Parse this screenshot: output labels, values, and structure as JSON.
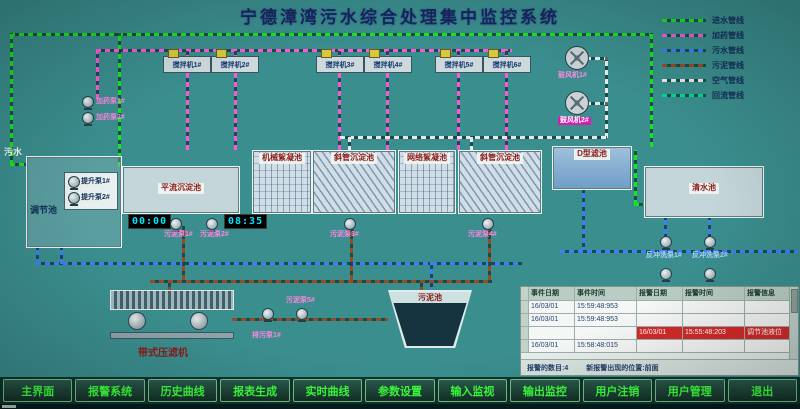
{
  "title": "宁德漳湾污水综合处理集中监控系统",
  "legend": {
    "items": [
      {
        "label": "进水管线",
        "color": "#1ae51a"
      },
      {
        "label": "加药管线",
        "color": "#ff57d8"
      },
      {
        "label": "污水管线",
        "color": "#3f7cff"
      },
      {
        "label": "污泥管线",
        "color": "#9a4a20"
      },
      {
        "label": "空气管线",
        "color": "#e8e8e8"
      },
      {
        "label": "回流管线",
        "color": "#00d890"
      }
    ]
  },
  "diagram": {
    "inflow_label": "污水",
    "mixers": [
      "搅拌机1#",
      "搅拌机2#",
      "搅拌机3#",
      "搅拌机4#",
      "搅拌机5#",
      "搅拌机6#"
    ],
    "blowers": [
      "鼓风机1#",
      "鼓风机2#"
    ],
    "dosing_pumps": [
      "加药泵1#",
      "加药泵2#"
    ],
    "lift_pumps": [
      "提升泵1#",
      "提升泵2#"
    ],
    "tanks": {
      "regulating": "调节池",
      "horizontal_sedimentation": "平流沉淀池",
      "mechanical_flocculation": "机械絮凝池",
      "inclined_tube_1": "斜管沉淀池",
      "grid_flocculation": "网络絮凝池",
      "inclined_tube_2": "斜管沉淀池",
      "d_filter": "D型滤池",
      "clear_water": "清水池",
      "sludge": "污泥池",
      "belt_press": "带式压滤机"
    },
    "sludge_pumps": [
      "污泥泵1#",
      "污泥泵2#",
      "污泥泵3#",
      "污泥泵4#",
      "污泥泵5#"
    ],
    "drain_pump": "排污泵1#",
    "backwash_pumps": [
      "反冲洗泵1#",
      "反冲洗泵2#"
    ],
    "timers": [
      "00:00",
      "08:35"
    ]
  },
  "alarm_table": {
    "headers": [
      "事件日期",
      "事件时间",
      "报警日期",
      "报警时间",
      "报警信息"
    ],
    "rows": [
      {
        "cells": [
          "16/03/01",
          "15:59:48:953",
          "",
          "",
          ""
        ],
        "alarm": false
      },
      {
        "cells": [
          "16/03/01",
          "15:59:48:953",
          "",
          "",
          ""
        ],
        "alarm": false
      },
      {
        "cells": [
          "",
          "",
          "16/03/01",
          "15:55:48:203",
          "调节池液位"
        ],
        "alarm": true
      },
      {
        "cells": [
          "16/03/01",
          "15:58:48:015",
          "",
          "",
          ""
        ],
        "alarm": false
      }
    ],
    "footer": {
      "count_text": "报警的数目:4",
      "position_text": "新报警出现的位置:前面"
    },
    "alarm_color": "#d42a2a"
  },
  "menu": {
    "buttons": [
      "主界面",
      "报警系统",
      "历史曲线",
      "报表生成",
      "实时曲线",
      "参数设置",
      "输入监视",
      "输出监控",
      "用户注销",
      "用户管理",
      "退出"
    ],
    "text_color": "#3dff3d"
  }
}
